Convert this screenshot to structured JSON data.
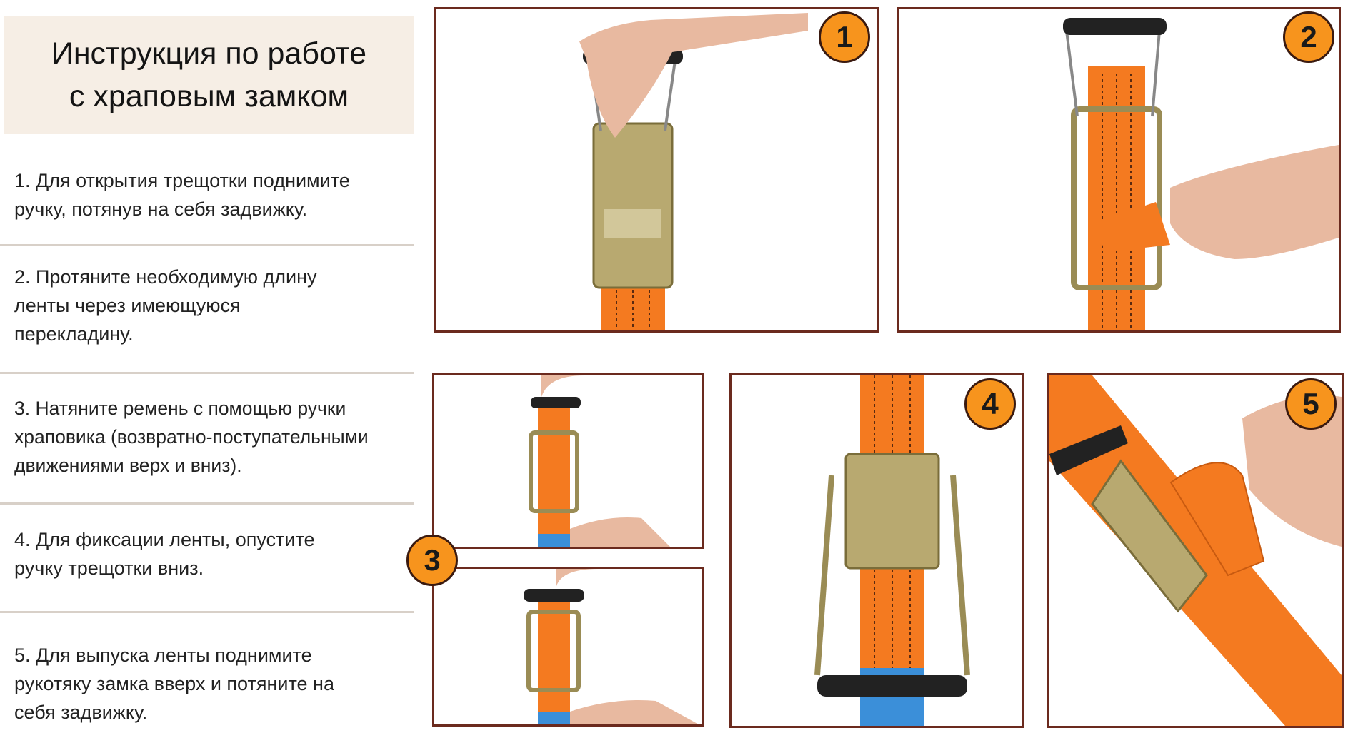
{
  "title": {
    "line1": "Инструкция по работе",
    "line2": "с храповым замком"
  },
  "steps": [
    {
      "line1": "1. Для открытия трещотки поднимите",
      "line2": "ручку, потянув на себя задвижку."
    },
    {
      "line1": "2. Протяните необходимую длину",
      "line2": "ленты через имеющуюся",
      "line3": "перекладину."
    },
    {
      "line1": "3. Натяните ремень с помощью ручки",
      "line2": "храповика (возвратно-поступательными",
      "line3": "движениями верх и вниз)."
    },
    {
      "line1": "4. Для фиксации ленты, опустите",
      "line2": "ручку трещотки вниз."
    },
    {
      "line1": "5. Для выпуска ленты поднимите",
      "line2": "рукотяку замка вверх и потяните на",
      "line3": "себя задвижку."
    }
  ],
  "badges": [
    "1",
    "2",
    "3",
    "4",
    "5"
  ],
  "colors": {
    "strap": "#f47a20",
    "badge": "#f7941d",
    "frame": "#6b2a1e",
    "title_bg": "#f6eee5"
  }
}
